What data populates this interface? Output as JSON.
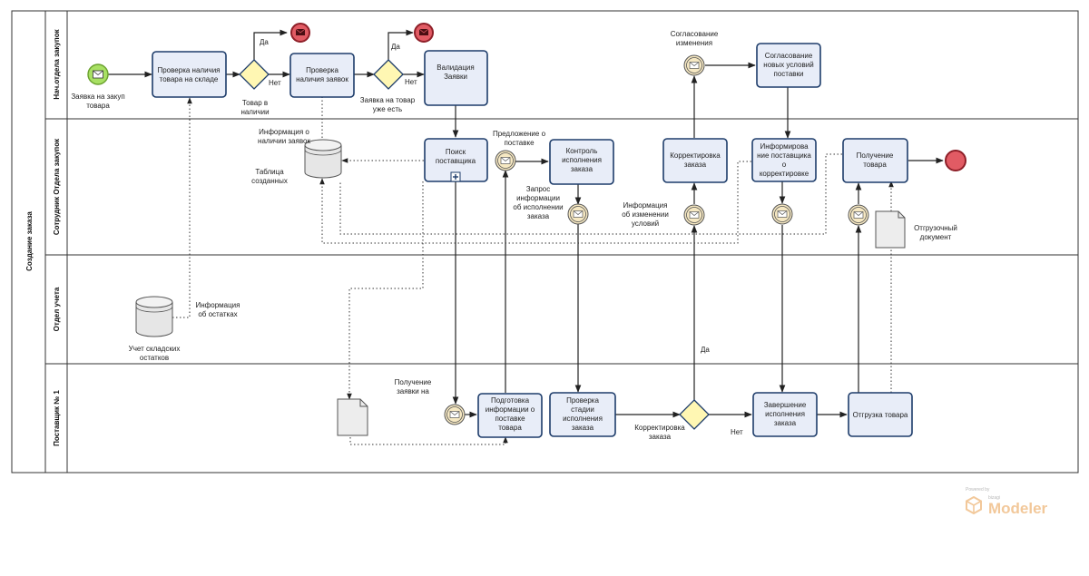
{
  "pool": {
    "title": "Создание заказа"
  },
  "lanes": [
    "Нач.отдела закупок",
    "Сотрудник Отдела закупок",
    "Отдел учета",
    "Поставщик № 1"
  ],
  "tasks": {
    "check_stock": [
      "Проверка наличия",
      "товара на складе"
    ],
    "check_requests": [
      "Проверка",
      "наличия заявок"
    ],
    "validation": [
      "Валидация",
      "Заявки"
    ],
    "search_supplier": [
      "Поиск",
      "поставщика"
    ],
    "control_exec": [
      "Контроль",
      "исполнения",
      "заказа"
    ],
    "adjust_order": [
      "Корректировка",
      "заказа"
    ],
    "agree_terms": [
      "Согласование",
      "новых условий",
      "поставки"
    ],
    "inform_supplier": [
      "Информирова",
      "ние поставщика",
      "о",
      "корректировке"
    ],
    "receive_goods": [
      "Получение",
      "товара"
    ],
    "prepare_info": [
      "Подготовка",
      "информации о",
      "поставке",
      "товара"
    ],
    "check_stage": [
      "Проверка",
      "стадии",
      "исполнения",
      "заказа"
    ],
    "finish_exec": [
      "Завершение",
      "исполнения",
      "заказа"
    ],
    "ship_goods": [
      "Отгрузка товара"
    ]
  },
  "labels": {
    "start_event": [
      "Заявка на закуп",
      "товара"
    ],
    "gw1": [
      "Товар в",
      "наличии"
    ],
    "gw1_yes": "Да",
    "gw1_no": "Нет",
    "gw2": [
      "Заявка на товар",
      "уже есть"
    ],
    "gw2_yes": "Да",
    "gw2_no": "Нет",
    "agree_event": [
      "Согласование",
      "изменения"
    ],
    "req_info_store": [
      "Информация о",
      "наличии заявок"
    ],
    "created_table": [
      "Таблица",
      "созданных"
    ],
    "offer_event": [
      "Предложение о",
      "поставке"
    ],
    "request_info": [
      "Запрос",
      "информации",
      "об исполнении",
      "заказа"
    ],
    "change_info": [
      "Информация",
      "об изменении",
      "условий"
    ],
    "shipping_doc": [
      "Отгрузочный",
      "документ"
    ],
    "stock_info": [
      "Информация",
      "об остатках"
    ],
    "stock_accounting": [
      "Учет складских",
      "остатков"
    ],
    "receive_request": [
      "Получение",
      "заявки на"
    ],
    "gw3": [
      "Корректировка",
      "заказа"
    ],
    "gw3_yes": "Да",
    "gw3_no": "Нет"
  },
  "branding": {
    "powered_by": "Powered by",
    "vendor": "bizagi",
    "product": "Modeler"
  },
  "colors": {
    "task_fill": "#e8edf8",
    "task_stroke": "#1d3c6a",
    "start_event": "#a8e063",
    "end_event": "#e15b64",
    "gateway": "#fff7b3",
    "brand": "#f2c89a"
  }
}
